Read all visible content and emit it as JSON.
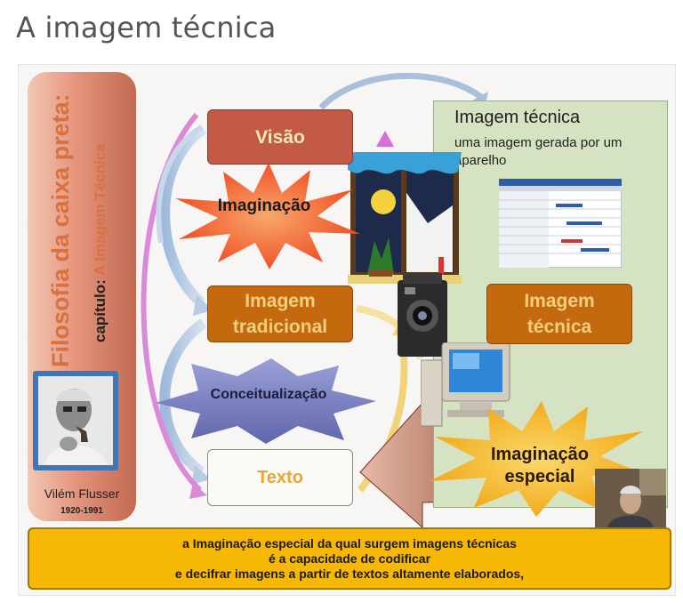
{
  "page": {
    "title": "A imagem técnica"
  },
  "diagram": {
    "left_panel": {
      "title": "Filosofia da caixa preta:",
      "chapter_label": "capítulo:",
      "chapter_name": "A Imagem Técnica",
      "author": "Vilém Flusser",
      "years": "1920-1991"
    },
    "nodes": {
      "visao": "Visão",
      "imaginacao": "Imaginação",
      "imagem_tradicional": [
        "Imagem",
        "tradicional"
      ],
      "conceitualizacao": "Conceitualização",
      "texto": "Texto",
      "imagem_tecnica": [
        "Imagem",
        "técnica"
      ],
      "imaginacao_especial": [
        "Imaginação",
        "especial"
      ]
    },
    "technical_panel": {
      "title": "Imagem técnica",
      "subtitle": "uma imagem gerada por um aparelho"
    },
    "bottom_caption": [
      "a Imaginação especial da qual surgem imagens técnicas",
      "é a capacidade de codificar",
      "e decifrar imagens a partir de textos altamente elaborados,"
    ],
    "colors": {
      "orange_box": "#c5690f",
      "red_box": "#c35a45",
      "star_red": "#f2441a",
      "star_yellow": "#f6b81a",
      "star_blue": "#7b7fc0",
      "caption_bar": "#f7b705",
      "green_panel": "#d6e3c2"
    }
  }
}
